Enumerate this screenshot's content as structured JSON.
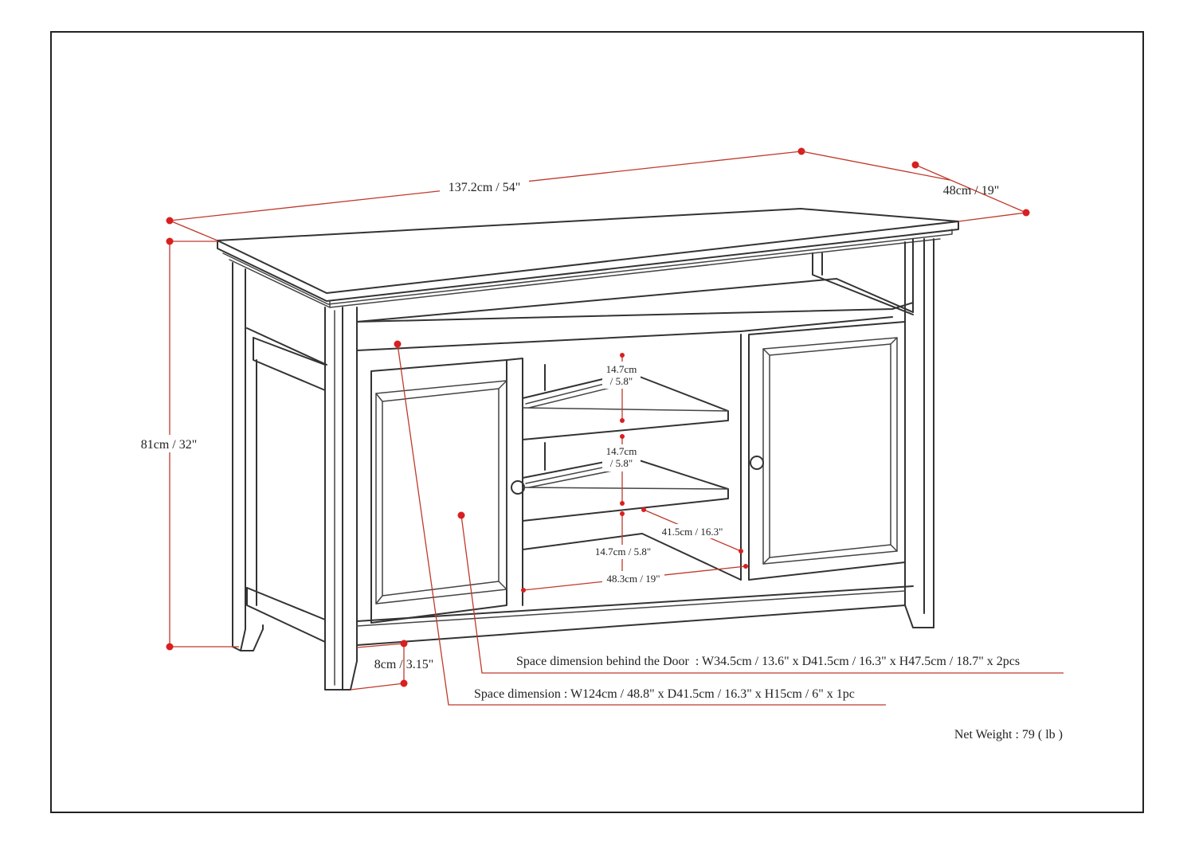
{
  "dimensions": {
    "width": "137.2cm / 54\"",
    "depth": "48cm / 19\"",
    "height": "81cm / 32\"",
    "leg_clearance": "8cm / 3.15\"",
    "shelf_gap_top_line1": "14.7cm",
    "shelf_gap_top_line2": "/ 5.8\"",
    "shelf_gap_mid_line1": "14.7cm",
    "shelf_gap_mid_line2": "/ 5.8\"",
    "shelf_gap_bottom": "14.7cm / 5.8\"",
    "shelf_depth": "41.5cm / 16.3\"",
    "shelf_width": "48.3cm / 19\""
  },
  "annotations": {
    "behind_door": "Space dimension behind the Door  : W34.5cm / 13.6\" x D41.5cm / 16.3\" x H47.5cm / 18.7\" x 2pcs",
    "open_space": "Space dimension : W124cm / 48.8\" x D41.5cm / 16.3\" x H15cm / 6\" x 1pc"
  },
  "net_weight": "Net Weight : 79 ( lb )",
  "colors": {
    "dimension_line": "#c0392b",
    "dimension_dot": "#d91f1f",
    "outline": "#333333",
    "frame": "#222222"
  }
}
